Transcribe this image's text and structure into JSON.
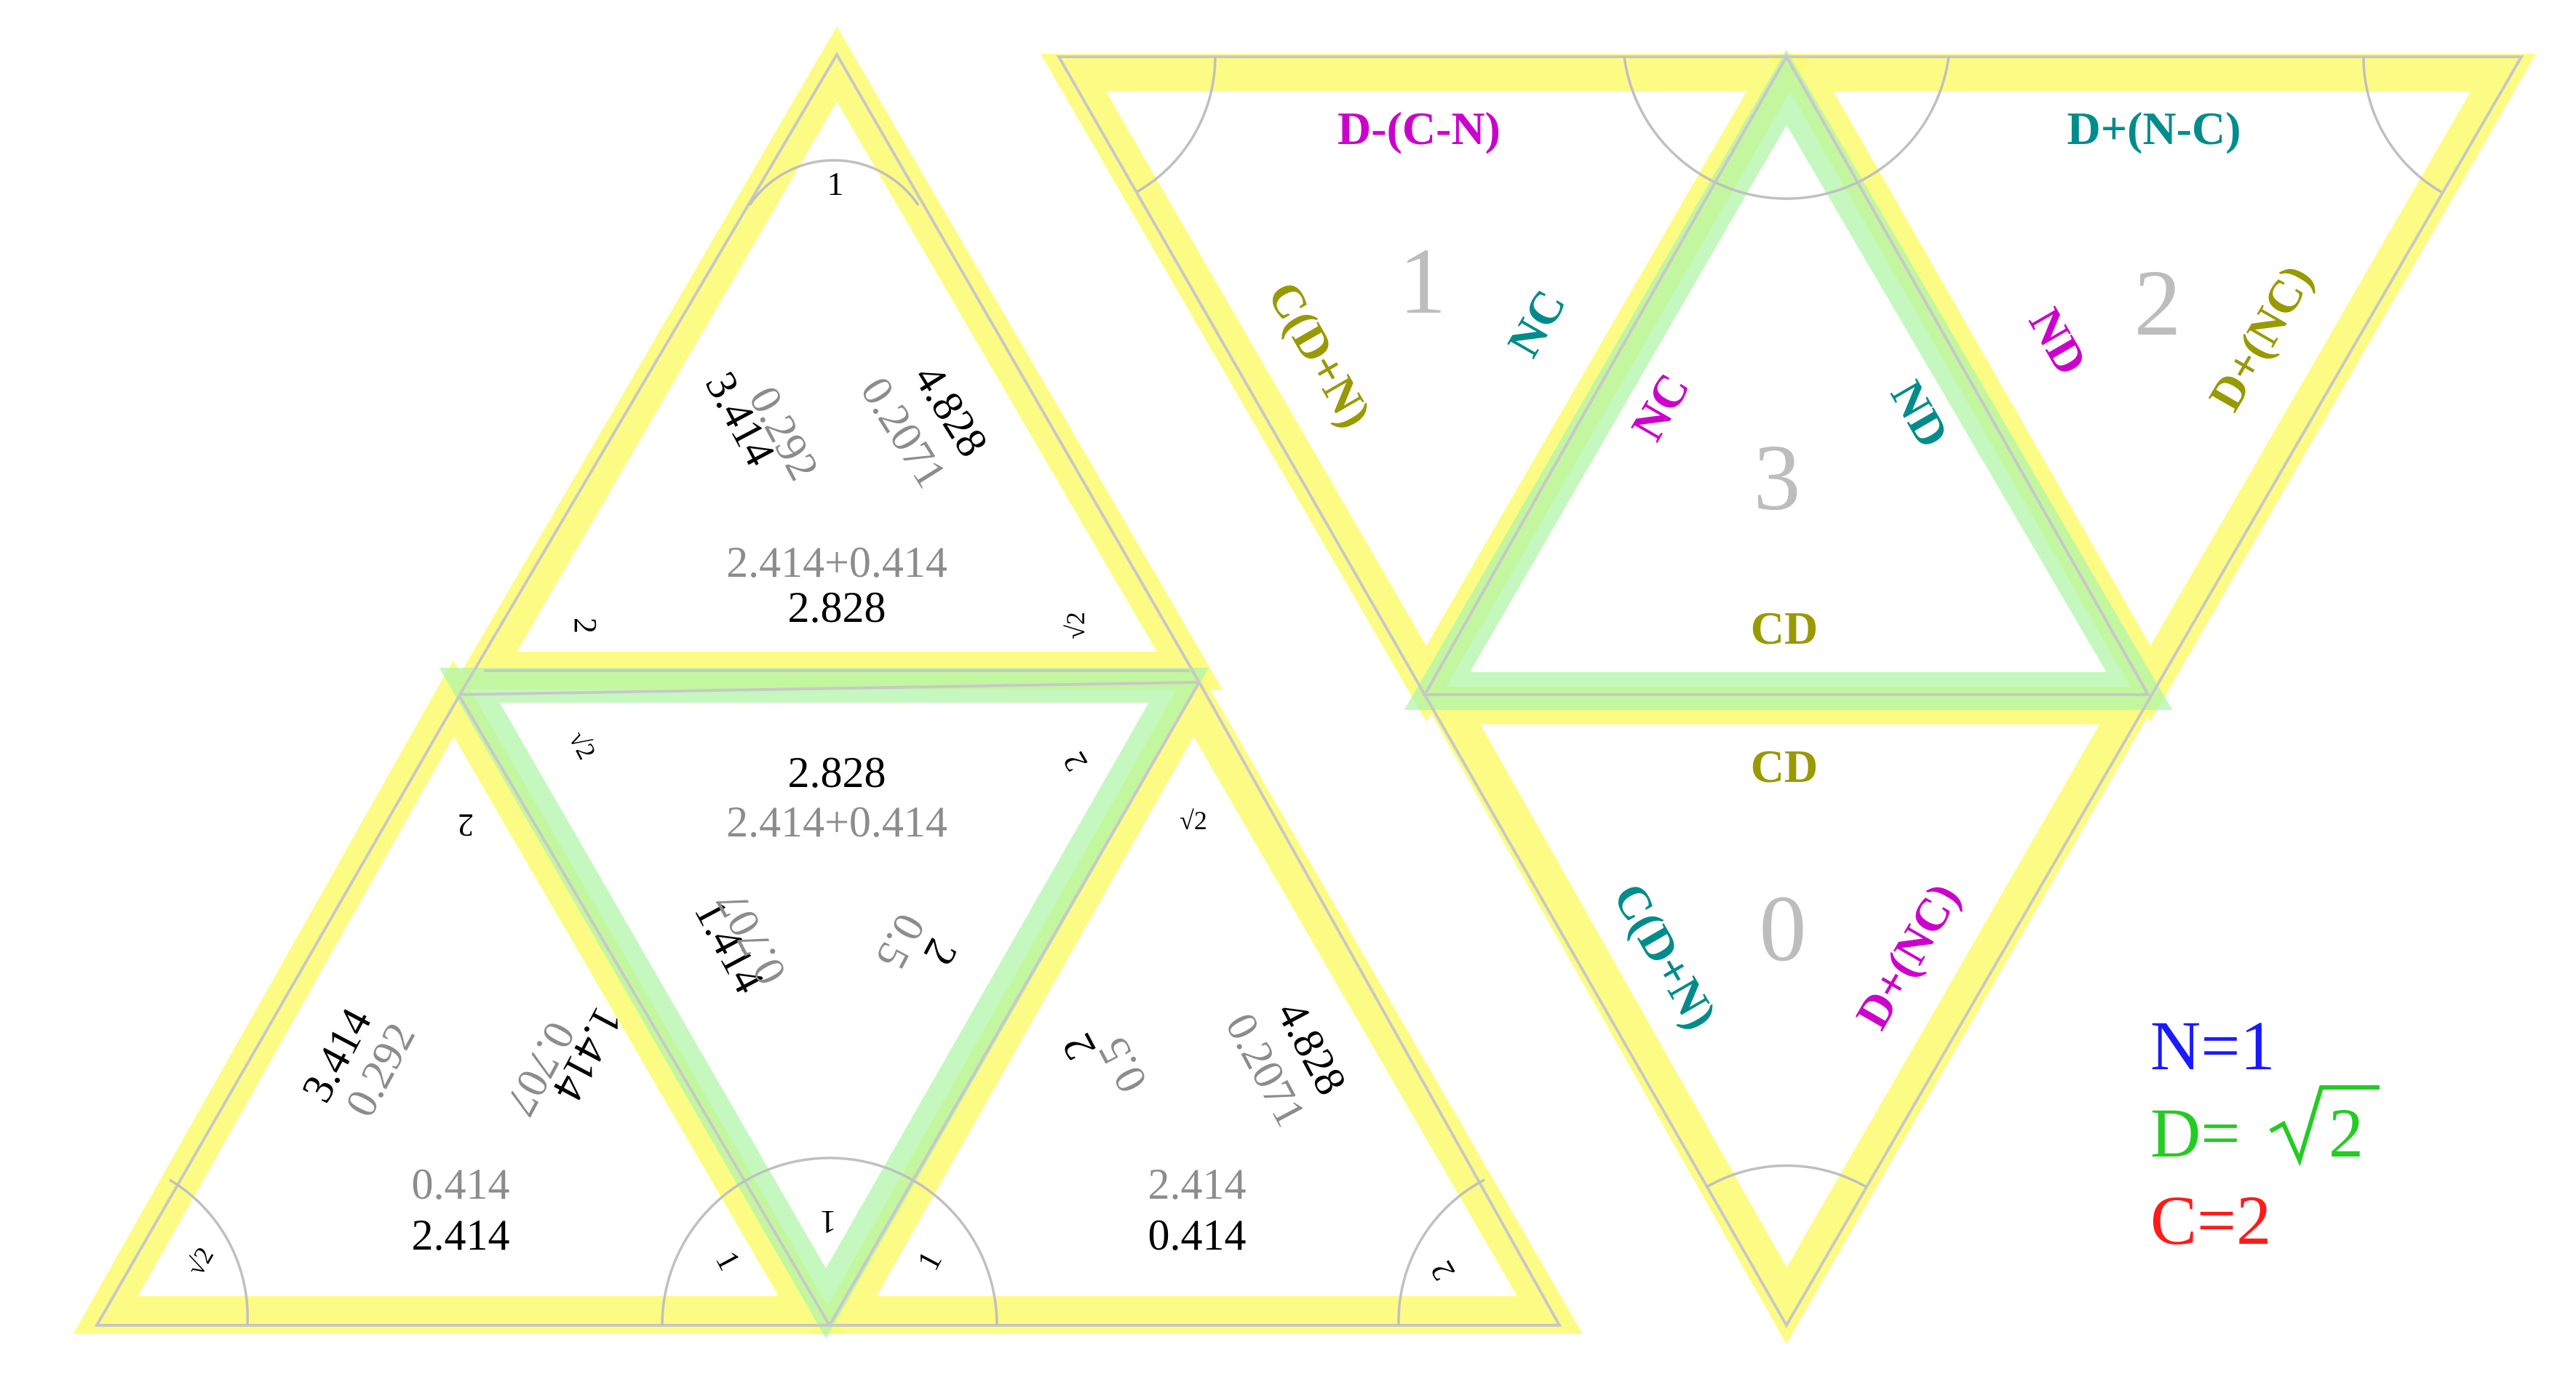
{
  "left_net": {
    "top_tri": {
      "corner_top": "1",
      "corner_left": "2",
      "corner_right": "√2",
      "left_main": "3.414",
      "left_sub": "0.292",
      "right_main": "4.828",
      "right_sub": "0.2071",
      "bottom_sub": "2.414+0.414",
      "bottom_main": "2.828"
    },
    "center_tri": {
      "top_main": "2.828",
      "top_sub": "2.414+0.414",
      "left_main": "1.414",
      "left_sub": "0.707",
      "right_main": "2",
      "right_sub": "0.5",
      "corner_left": "√2",
      "corner_right": "2",
      "corner_bottom": "1"
    },
    "left_tri": {
      "corner_top": "2",
      "corner_left": "√2",
      "corner_right": "1",
      "left_main": "3.414",
      "left_sub": "0.292",
      "right_main": "1.414",
      "right_sub": "0.707",
      "bottom_sub": "0.414",
      "bottom_main": "2.414"
    },
    "right_tri": {
      "corner_top": "√2",
      "corner_left": "1",
      "corner_right": "2",
      "left_main": "2",
      "left_sub": "0.5",
      "right_main": "4.828",
      "right_sub": "0.2071",
      "bottom_sub": "2.414",
      "bottom_main": "0.414"
    }
  },
  "right_net": {
    "face_numbers": [
      "1",
      "2",
      "3",
      "0"
    ],
    "top_left_label": "D-(C-N)",
    "top_right_label": "D+(N-C)",
    "edge_c_d_plus_n_upper": "C(D+N)",
    "edge_nc_outer": "NC",
    "edge_nc_inner": "NC",
    "edge_nd_inner": "ND",
    "edge_nd_outer": "ND",
    "edge_d_plus_nc_upper": "D+(NC)",
    "edge_cd_upper": "CD",
    "edge_cd_lower": "CD",
    "edge_c_d_plus_n_lower": "C(D+N)",
    "edge_d_plus_nc_lower": "D+(NC)"
  },
  "legend": {
    "n": "N=1",
    "d_prefix": "D=",
    "d_value": "2",
    "c": "C=2"
  },
  "colors": {
    "magenta": "#cc00cc",
    "teal": "#008c8c",
    "olive": "#999900",
    "legend_n": "#1a1aff",
    "legend_d": "#22cc22",
    "legend_c": "#ff1a1a",
    "gray_text": "#8c8c8c",
    "face_number": "#bdbdbd"
  }
}
